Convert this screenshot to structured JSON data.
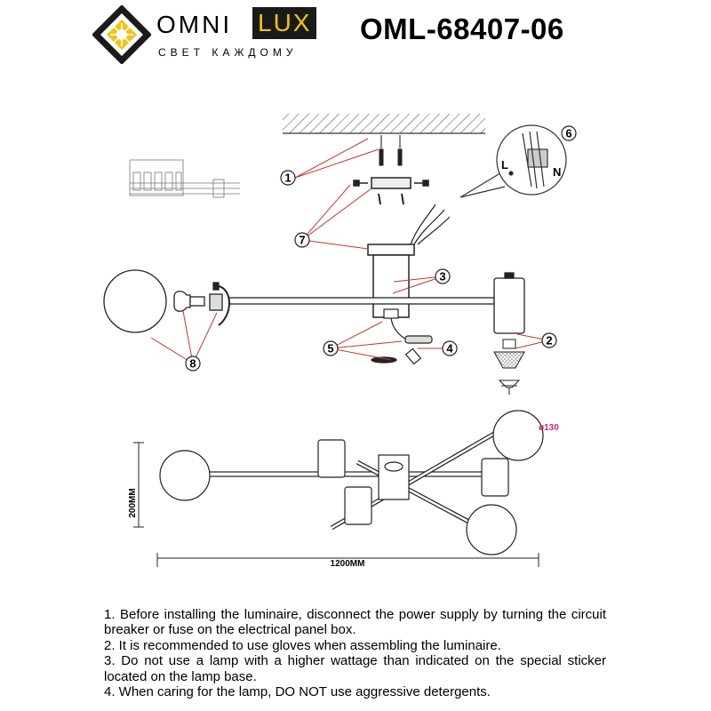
{
  "brand": {
    "name_part1": "OMNI",
    "name_part2": "LUX",
    "tagline": "СВЕТ КАЖДОМУ"
  },
  "model_number": "OML-68407-06",
  "callouts": [
    "1",
    "2",
    "3",
    "4",
    "5",
    "6",
    "7",
    "8"
  ],
  "dimensions": {
    "height": "200MM",
    "width": "1200MM",
    "globe_diameter": "ø130"
  },
  "wiring_labels": [
    "L",
    "N"
  ],
  "instructions": [
    "1. Before installing the luminaire, disconnect the power supply by turning the circuit breaker or fuse on the electrical panel box.",
    "2. It is recommended to use gloves when assembling the luminaire.",
    "3. Do not use a lamp with a higher wattage than indicated on the special sticker located on the lamp base.",
    "4. When caring for the lamp, DO NOT use aggressive detergents."
  ],
  "colors": {
    "leader_line": "#c0392b",
    "brand_yellow": "#f0c419",
    "brand_dark": "#1a1a1a",
    "dim_text_pink": "#c0307a"
  }
}
